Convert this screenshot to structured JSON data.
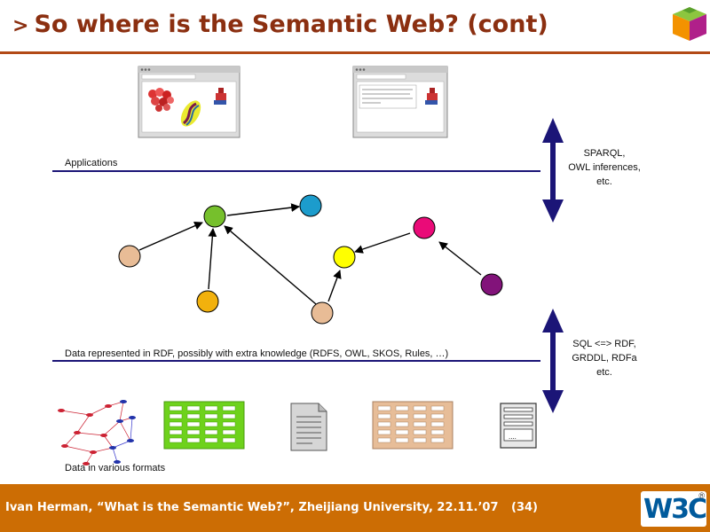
{
  "slide": {
    "title_prefix": ">",
    "title": "So where is the Semantic Web? (cont)"
  },
  "diagram": {
    "layer_applications": "Applications",
    "layer_data_rdf": "Data represented in RDF, possibly with extra knowledge (RDFS, OWL, SKOS, Rules, …)",
    "layer_formats": "Data in various formats",
    "top_arrow_label_lines": [
      "SPARQL,",
      "OWL inferences,",
      "etc."
    ],
    "bottom_arrow_label_lines": [
      "SQL <=> RDF,",
      "GRDDL, RDFa",
      "etc."
    ],
    "arrow_color": "#1b1577",
    "line_color": "#1b1577"
  },
  "footer": {
    "text": "Ivan Herman, “What is the Semantic Web?”, Zheijiang University,  22.11.’07",
    "page": "(34)",
    "logo_text": "W3C",
    "logo_mark": "®"
  },
  "colors": {
    "title": "#8b2f10",
    "rule": "#b24a16",
    "footer_bg": "#cc6d04"
  }
}
